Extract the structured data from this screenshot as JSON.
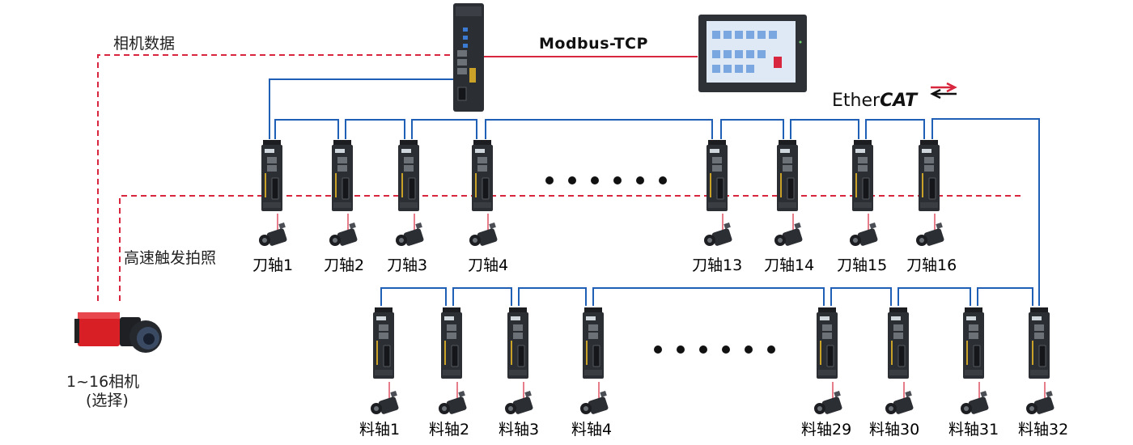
{
  "labels": {
    "camera_data": "相机数据",
    "trigger": "高速触发拍照",
    "modbus": "Modbus-TCP",
    "ethercat_a": "Ether",
    "ethercat_b": "CAT",
    "camera_line1": "1~16相机",
    "camera_line2": "(选择)"
  },
  "knife_axes": [
    "刀轴1",
    "刀轴2",
    "刀轴3",
    "刀轴4",
    "刀轴13",
    "刀轴14",
    "刀轴15",
    "刀轴16"
  ],
  "material_axes": [
    "料轴1",
    "料轴2",
    "料轴3",
    "料轴4",
    "料轴29",
    "料轴30",
    "料轴31",
    "料轴32"
  ],
  "colors": {
    "ethercat_line": "#1f5fb5",
    "modbus_line": "#d7263d",
    "camera_line": "#d7263d",
    "drive_body": "#2b2e33",
    "camera_body": "#d81f26"
  },
  "icons": {
    "controller": "plc-controller-icon",
    "hmi": "touch-panel-icon",
    "drive": "servo-drive-icon",
    "motor": "servo-motor-icon",
    "camera": "industrial-camera-icon"
  }
}
